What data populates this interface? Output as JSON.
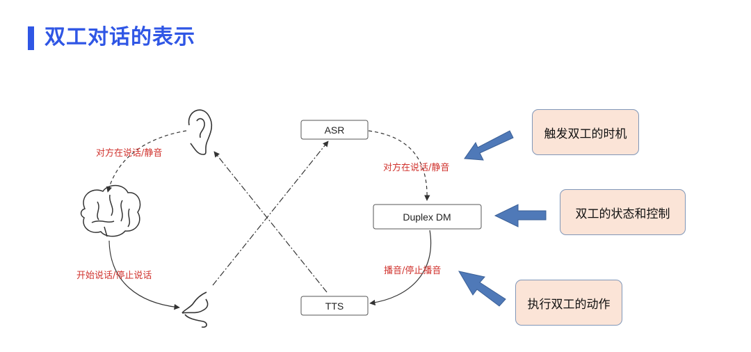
{
  "title": "双工对话的表示",
  "left_cycle": {
    "label_listen": "对方在说话/静音",
    "label_speak": "开始说话/停止说话",
    "icons": [
      "ear-icon",
      "brain-icon",
      "mouth-icon"
    ]
  },
  "system": {
    "asr": "ASR",
    "dm": "Duplex DM",
    "tts": "TTS",
    "label_asr_to_dm": "对方在说话/静音",
    "label_dm_to_tts": "播音/停止播音"
  },
  "notes": {
    "trigger": "触发双工的时机",
    "state": "双工的状态和控制",
    "action": "执行双工的动作"
  },
  "colors": {
    "title": "#2f56e5",
    "label_red": "#d0332e",
    "arrow_blue": "#4f79b8",
    "note_fill": "#fbe4d7"
  }
}
